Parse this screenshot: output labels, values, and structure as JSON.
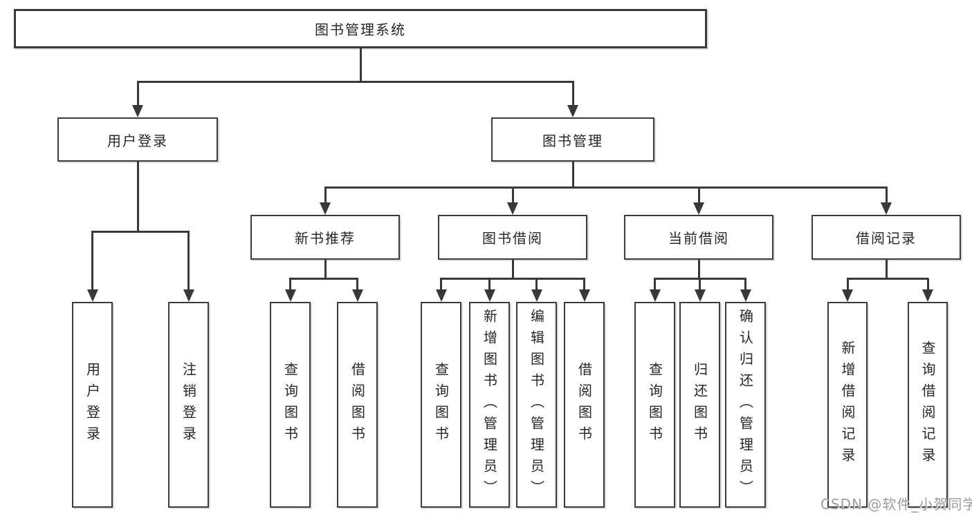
{
  "title": "图书管理系统",
  "tree": {
    "label": "图书管理系统",
    "children": [
      {
        "label": "用户登录",
        "children": [
          {
            "label": "用户登录"
          },
          {
            "label": "注销登录"
          }
        ]
      },
      {
        "label": "图书管理",
        "children": [
          {
            "label": "新书推荐",
            "children": [
              {
                "label": "查询图书"
              },
              {
                "label": "借阅图书"
              }
            ]
          },
          {
            "label": "图书借阅",
            "children": [
              {
                "label": "查询图书"
              },
              {
                "label": "新增图书（管理员）"
              },
              {
                "label": "编辑图书（管理员）"
              },
              {
                "label": "借阅图书"
              }
            ]
          },
          {
            "label": "当前借阅",
            "children": [
              {
                "label": "查询图书"
              },
              {
                "label": "归还图书"
              },
              {
                "label": "确认归还（管理员）"
              }
            ]
          },
          {
            "label": "借阅记录",
            "children": [
              {
                "label": "新增借阅记录"
              },
              {
                "label": "查询借阅记录"
              }
            ]
          }
        ]
      }
    ]
  },
  "watermark": "CSDN @软件_小贺同学",
  "colors": {
    "line": "#383838",
    "border": "#3a3a3a",
    "text": "#262626",
    "background": "#ffffff",
    "watermark": "#9b9b9b"
  }
}
